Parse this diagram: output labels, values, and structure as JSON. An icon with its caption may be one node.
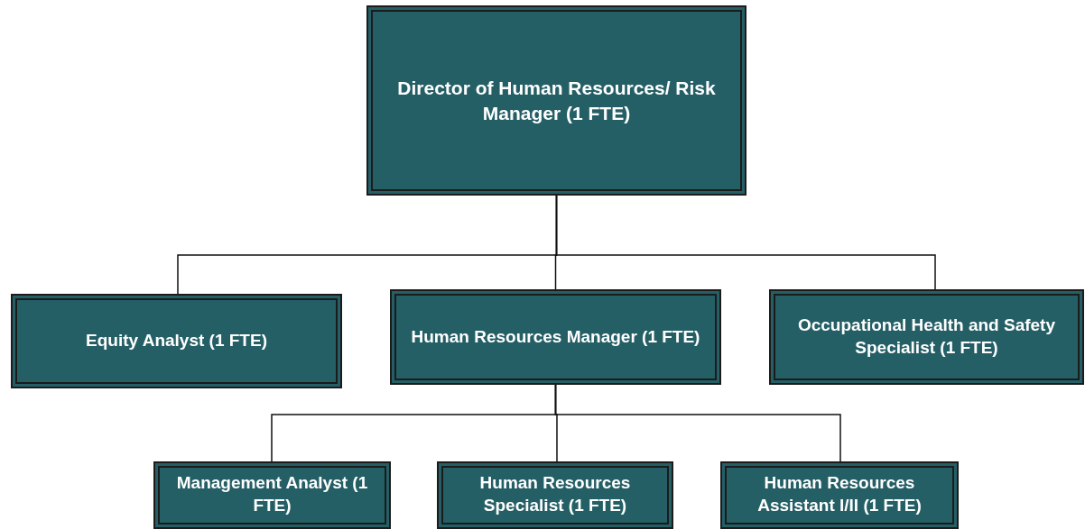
{
  "diagram": {
    "nodes": [
      {
        "text": [
          "Director of Human Resources/ Risk Manager (1 FTE)"
        ]
      },
      {
        "text": [
          "Equity Analyst (1 FTE)"
        ]
      },
      {
        "text": [
          "Human Resources Manager (1 FTE)"
        ]
      },
      {
        "text": [
          "Occupational Health and Safety Specialist (1 FTE)"
        ]
      },
      {
        "text": [
          "Management Analyst (1 FTE)"
        ]
      },
      {
        "text": [
          "Human Resources Specialist (1 FTE)"
        ]
      },
      {
        "text": [
          "Human Resources Assistant I/II (1 FTE)"
        ]
      }
    ],
    "edges": [
      {
        "from": 0,
        "to": 1,
        "arrow": "none"
      },
      {
        "from": 0,
        "to": 2,
        "arrow": "none"
      },
      {
        "from": 0,
        "to": 3,
        "arrow": "none"
      },
      {
        "from": 2,
        "to": 4,
        "arrow": "none"
      },
      {
        "from": 2,
        "to": 5,
        "arrow": "none"
      },
      {
        "from": 2,
        "to": 6,
        "arrow": "none"
      }
    ]
  }
}
